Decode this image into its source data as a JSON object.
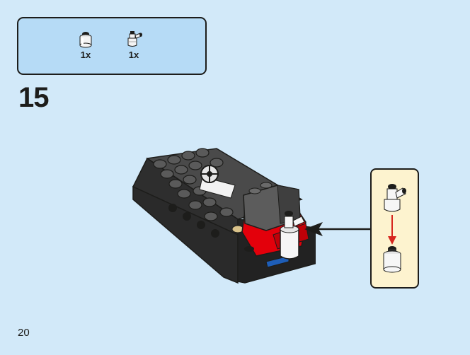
{
  "parts_list": {
    "items": [
      {
        "icon": "round-brick-1x1-white-icon",
        "quantity": "1x"
      },
      {
        "icon": "hose-nozzle-white-icon",
        "quantity": "1x"
      }
    ]
  },
  "step": {
    "number": "15"
  },
  "page": {
    "number": "20"
  },
  "colors": {
    "background": "#d2e9f9",
    "parts_box": "#b6dbf6",
    "callout": "#fdf3cf",
    "arrow_red": "#d7261e",
    "brick_red": "#e3000b",
    "dark_grey": "#3a3a3a",
    "text": "#1d1d1b"
  }
}
